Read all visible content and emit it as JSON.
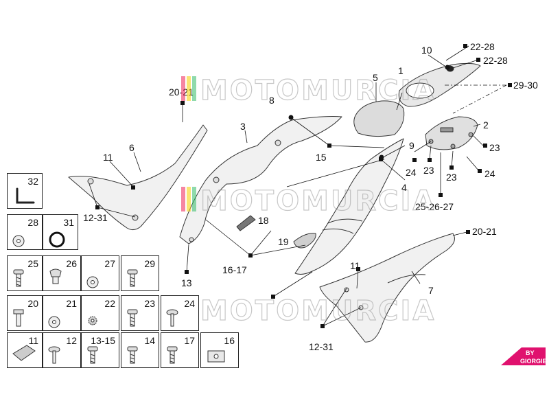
{
  "callouts": {
    "c1": "1",
    "c2": "2",
    "c3": "3",
    "c4": "4",
    "c5": "5",
    "c6": "6",
    "c7": "7",
    "c8": "8",
    "c9": "9",
    "c10": "10",
    "c11a": "11",
    "c11b": "11",
    "c12_31a": "12-31",
    "c12_31b": "12-31",
    "c13": "13",
    "c15": "15",
    "c16_17": "16-17",
    "c18": "18",
    "c19": "19",
    "c20_21a": "20-21",
    "c20_21b": "20-21",
    "c22_28a": "22-28",
    "c22_28b": "22-28",
    "c23a": "23",
    "c23b": "23",
    "c23c": "23",
    "c24a": "24",
    "c24b": "24",
    "c25_27": "25-26-27",
    "c29_30": "29-30"
  },
  "watermark": {
    "text": "MOTOMURCIA"
  },
  "brand": {
    "line1": "BY",
    "line2": "GIORGIE"
  },
  "legend": [
    {
      "num": "32",
      "icon": "allen-key"
    },
    {
      "num": "28",
      "icon": "washer"
    },
    {
      "num": "31",
      "icon": "o-ring"
    },
    {
      "num": "25",
      "icon": "screw"
    },
    {
      "num": "26",
      "icon": "rubber-plug"
    },
    {
      "num": "27",
      "icon": "washer"
    },
    {
      "num": "29",
      "icon": "screw"
    },
    {
      "num": "20",
      "icon": "bolt"
    },
    {
      "num": "21",
      "icon": "washer"
    },
    {
      "num": "22",
      "icon": "lock-washer"
    },
    {
      "num": "23",
      "icon": "screw"
    },
    {
      "num": "24",
      "icon": "rivet"
    },
    {
      "num": "11",
      "icon": "foam-pad"
    },
    {
      "num": "12",
      "icon": "rivet"
    },
    {
      "num": "13-15",
      "icon": "screw"
    },
    {
      "num": "14",
      "icon": "screw"
    },
    {
      "num": "17",
      "icon": "screw"
    },
    {
      "num": "16",
      "icon": "clip-nut"
    }
  ]
}
